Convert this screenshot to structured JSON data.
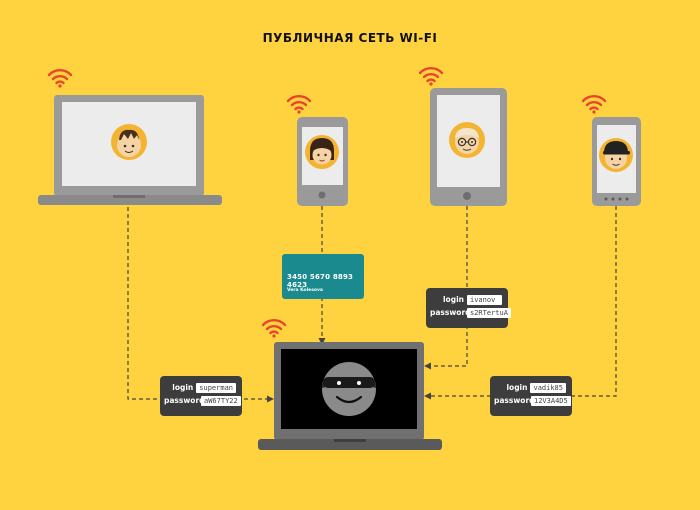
{
  "title": "ПУБЛИЧНАЯ СЕТЬ WI-FI",
  "colors": {
    "background": "#ffd23f",
    "device_frame": "#9a9a9a",
    "screen": "#ececec",
    "face": "#f2c36b",
    "hacker_screen": "#000000",
    "credential_box": "#3d3d3d",
    "card": "#1b8a8f",
    "wifi": "#e8452c",
    "dashed_line": "#444444"
  },
  "devices": [
    {
      "type": "laptop",
      "icon": "male-face-icon"
    },
    {
      "type": "smartphone",
      "icon": "female-face-icon"
    },
    {
      "type": "tablet",
      "icon": "glasses-face-icon"
    },
    {
      "type": "smartphone",
      "icon": "cap-face-icon"
    }
  ],
  "attacker": {
    "type": "laptop",
    "icon": "masked-hacker-icon"
  },
  "card": {
    "number": "3450 5670 8893 4623",
    "owner": "Vera Kolesova"
  },
  "credentials": {
    "left": {
      "login_label": "login",
      "login": "superman",
      "password_label": "password",
      "password": "aW67TY22"
    },
    "middle": {
      "login_label": "login",
      "login": "ivanov",
      "password_label": "password",
      "password": "s2RTertuA"
    },
    "right": {
      "login_label": "login",
      "login": "vadik85",
      "password_label": "password",
      "password": "12V3A4D5"
    }
  }
}
